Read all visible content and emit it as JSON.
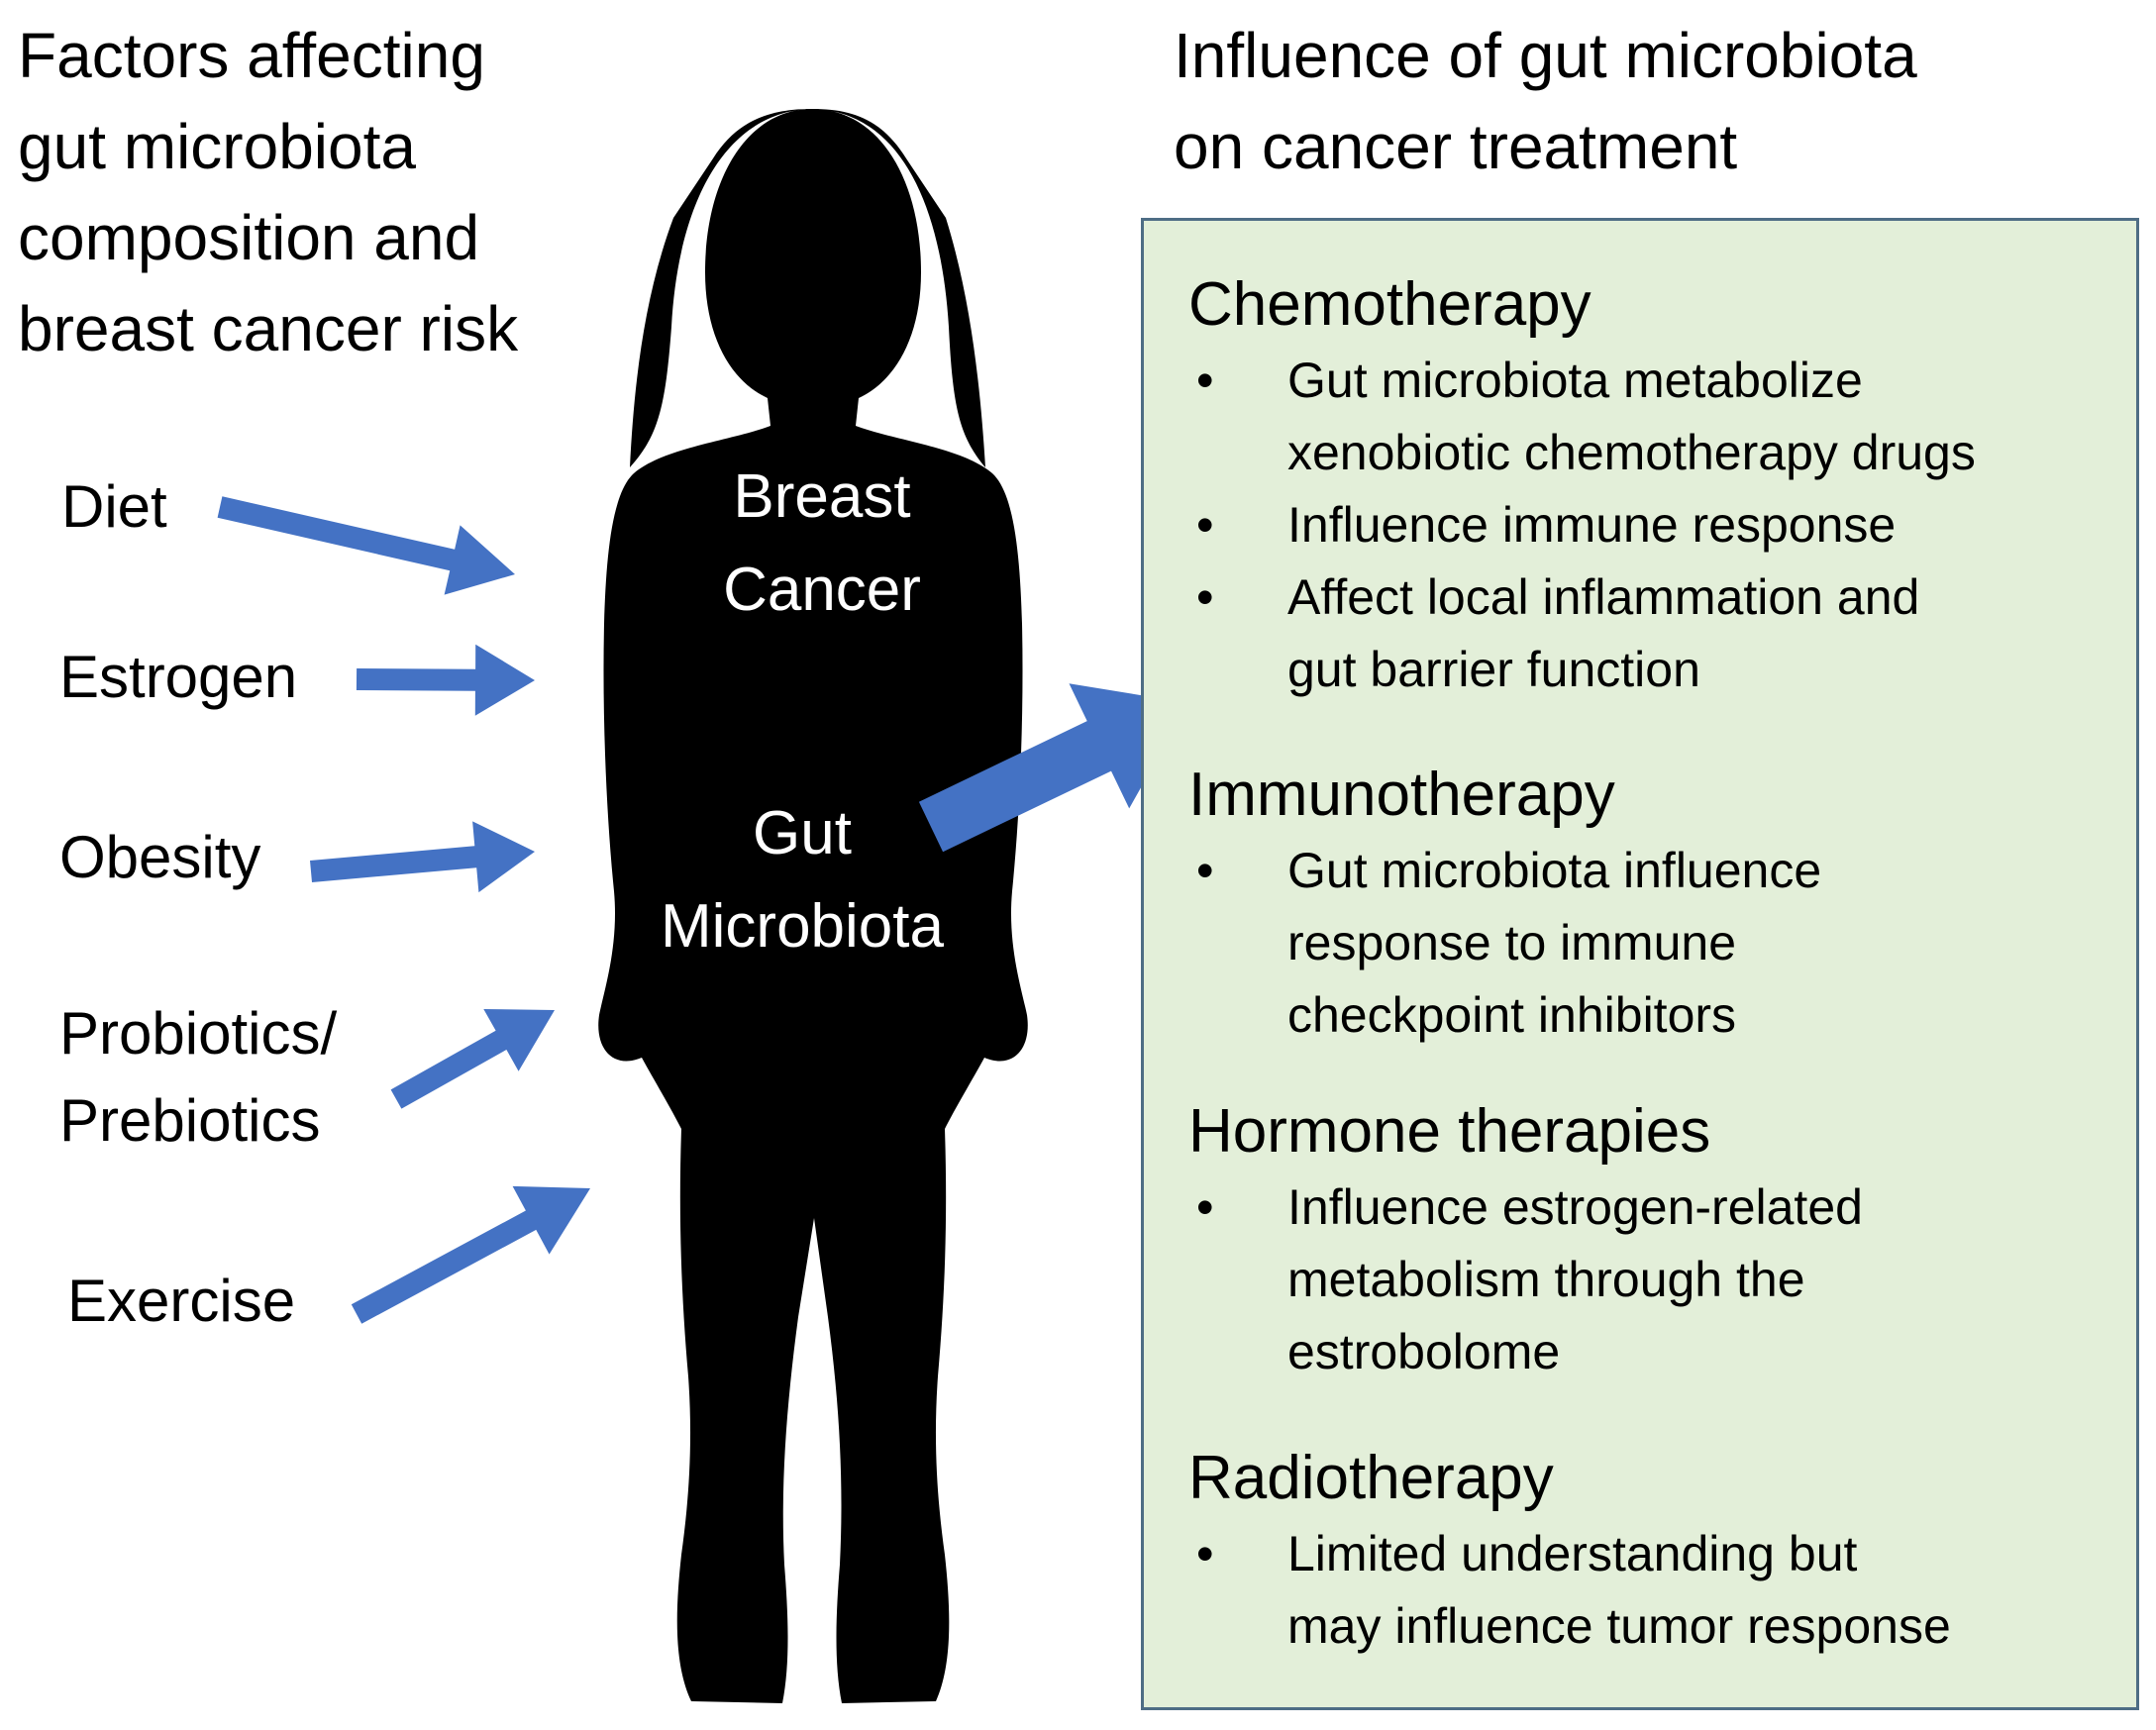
{
  "left_heading": {
    "lines": [
      "Factors affecting",
      "gut microbiota",
      "composition and",
      "breast cancer risk"
    ]
  },
  "right_heading": {
    "lines": [
      "Influence of gut microbiota",
      "on cancer treatment"
    ]
  },
  "factors": [
    {
      "lines": [
        "Diet"
      ]
    },
    {
      "lines": [
        "Estrogen"
      ]
    },
    {
      "lines": [
        "Obesity"
      ]
    },
    {
      "lines": [
        "Probiotics/",
        "Prebiotics"
      ]
    },
    {
      "lines": [
        "Exercise"
      ]
    }
  ],
  "silhouette": {
    "breast_label": [
      "Breast",
      "Cancer"
    ],
    "gut_label": [
      "Gut",
      "Microbiota"
    ]
  },
  "treatments": [
    {
      "title": "Chemotherapy",
      "bullets": [
        {
          "lines": [
            "Gut microbiota metabolize",
            "xenobiotic chemotherapy drugs"
          ]
        },
        {
          "lines": [
            "Influence immune response"
          ]
        },
        {
          "lines": [
            "Affect local inflammation and",
            "gut barrier function"
          ]
        }
      ]
    },
    {
      "title": "Immunotherapy",
      "bullets": [
        {
          "lines": [
            "Gut microbiota influence",
            "response to immune",
            "checkpoint inhibitors"
          ]
        }
      ]
    },
    {
      "title": "Hormone therapies",
      "bullets": [
        {
          "lines": [
            "Influence estrogen-related",
            "metabolism through the",
            "estrobolome"
          ]
        }
      ]
    },
    {
      "title": "Radiotherapy",
      "bullets": [
        {
          "lines": [
            "Limited understanding but",
            "may influence tumor response"
          ]
        }
      ]
    }
  ],
  "bullet_glyph": "•",
  "colors": {
    "arrow": "#4472c4",
    "silhouette": "#000000",
    "panel_fill": "#e3efd9",
    "panel_border": "#4e6d85"
  }
}
